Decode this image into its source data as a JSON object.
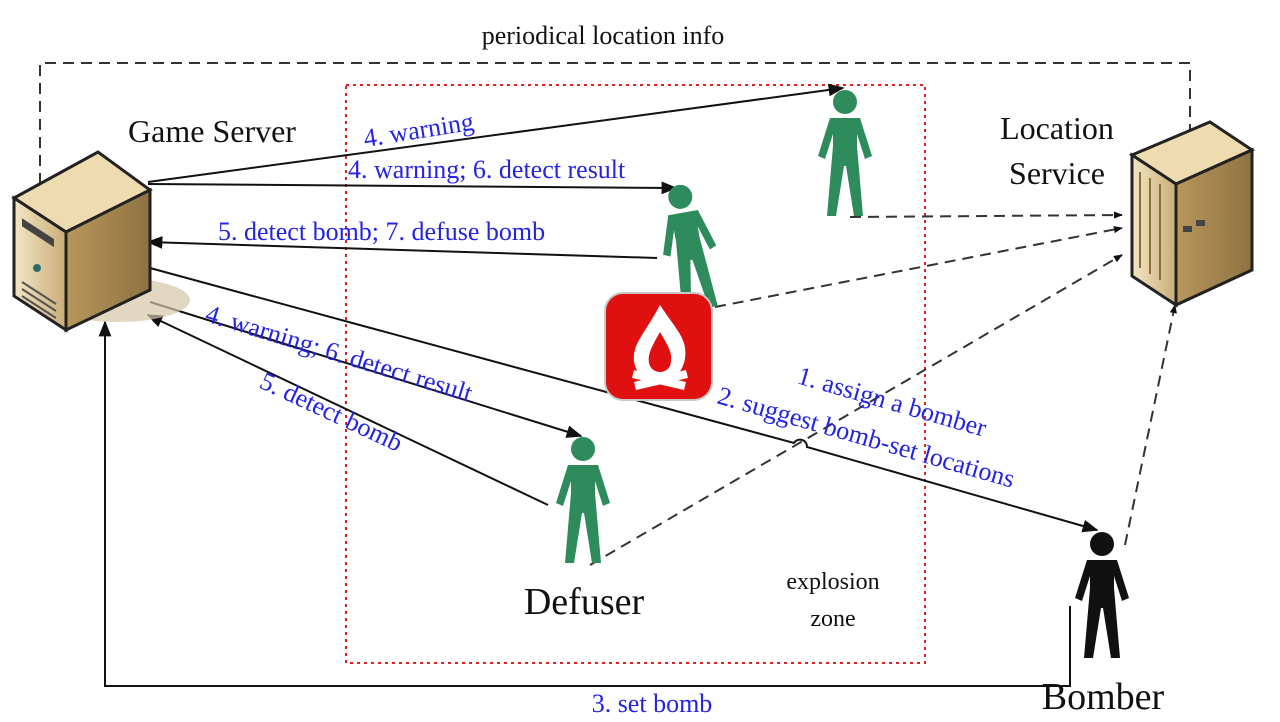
{
  "title_top": "periodical location info",
  "nodes": {
    "game_server": "Game Server",
    "location_service_line1": "Location",
    "location_service_line2": "Service",
    "defuser": "Defuser",
    "bomber": "Bomber",
    "zone_line1": "explosion",
    "zone_line2": "zone"
  },
  "messages": {
    "warning_top": "4. warning",
    "warning_detect_result_mid": "4. warning; 6. detect result",
    "detect_defuse": "5. detect bomb; 7. defuse bomb",
    "warning_detect_result_low": "4. warning; 6. detect result",
    "detect_bomb_low": "5. detect bomb",
    "assign_bomber": "1. assign a bomber",
    "suggest_locations": "2. suggest bomb-set locations",
    "set_bomb": "3. set bomb"
  },
  "icons": {
    "server": "server-icon",
    "location_server": "location-server-icon",
    "person": "person-icon",
    "bomb": "fire-icon"
  },
  "colors": {
    "person_green": "#2e8b5b",
    "bomber_black": "#111111",
    "bomb_red": "#e01010",
    "message_blue": "#2323e6",
    "zone_red": "#e02020"
  }
}
